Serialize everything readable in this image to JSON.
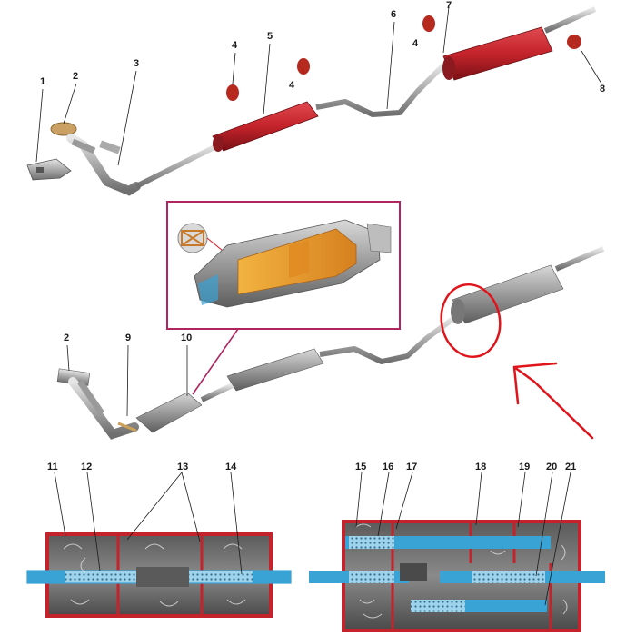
{
  "colors": {
    "pipe": "#b9b9b9",
    "pipe_dark": "#6f6f6f",
    "muffler_red": "#c4232b",
    "muffler_grey": "#8a8a8a",
    "callout_frame": "#b0245f",
    "annotation_red": "#e0141b",
    "catalyst_orange": "#e89a2a",
    "flow_blue": "#3aa3d6",
    "section_dark": "#3a3a3a",
    "label": "#1a1a1a"
  },
  "labels": {
    "l1": "1",
    "l2": "2",
    "l3": "3",
    "l4a": "4",
    "l4b": "4",
    "l4c": "4",
    "l5": "5",
    "l6": "6",
    "l7": "7",
    "l8": "8",
    "l2b": "2",
    "l9": "9",
    "l10": "10",
    "l11": "11",
    "l12": "12",
    "l13": "13",
    "l14": "14",
    "l15": "15",
    "l16": "16",
    "l17": "17",
    "l18": "18",
    "l19": "19",
    "l20": "20",
    "l21": "21"
  }
}
